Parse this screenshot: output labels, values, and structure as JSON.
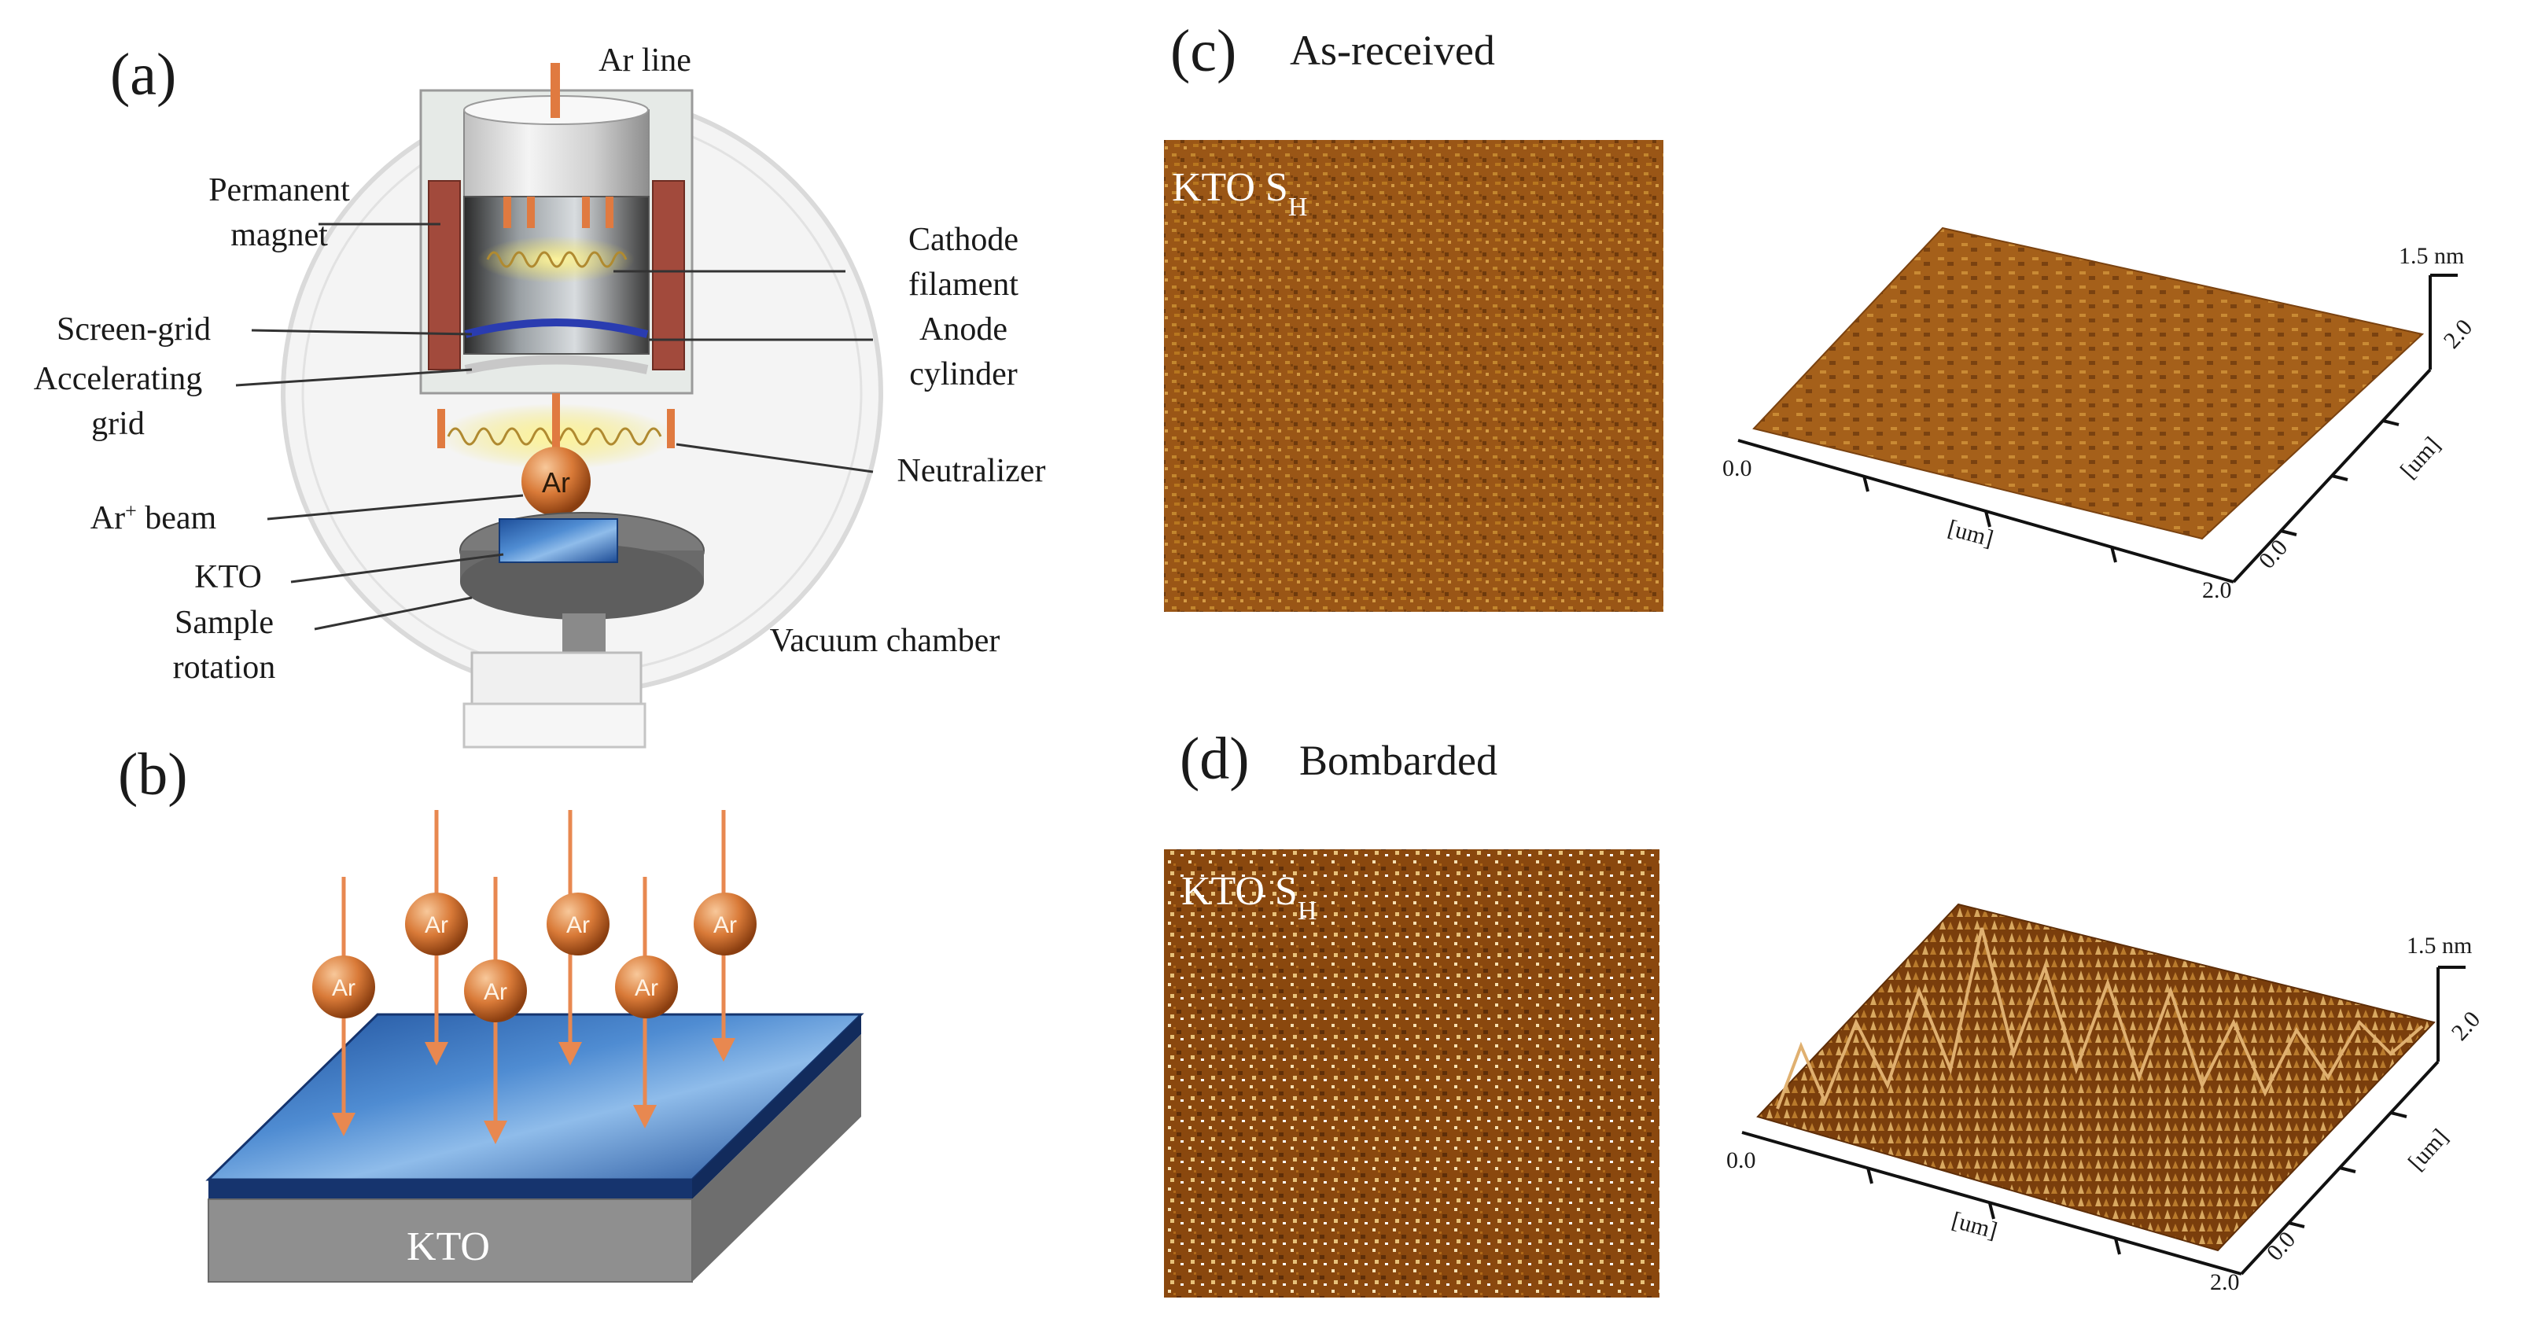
{
  "panels": {
    "a": {
      "tag": "(a)",
      "labels": {
        "ar_line": "Ar line",
        "permanent_magnet_1": "Permanent",
        "permanent_magnet_2": "magnet",
        "screen_grid": "Screen-grid",
        "accelerating_grid_1": "Accelerating",
        "accelerating_grid_2": "grid",
        "ar_beam": "Ar",
        "ar_beam_sup": "+",
        "ar_beam_tail": " beam",
        "kto": "KTO",
        "sample_rotation_1": "Sample",
        "sample_rotation_2": "rotation",
        "cathode_filament_1": "Cathode",
        "cathode_filament_2": "filament",
        "anode_cylinder_1": "Anode",
        "anode_cylinder_2": "cylinder",
        "neutralizer": "Neutralizer",
        "vacuum_chamber": "Vacuum chamber",
        "ar_ball": "Ar"
      }
    },
    "b": {
      "tag": "(b)",
      "substrate_label": "KTO",
      "ion_label": "Ar"
    },
    "c": {
      "tag": "(c)",
      "title": "As-received",
      "image_label": "KTO S",
      "image_label_sub": "H",
      "height_scale": "1.5 nm",
      "x_axis_label": "[um]",
      "y_axis_label": "[um]",
      "x_start": "0.0",
      "x_end": "2.0",
      "y_start": "0.0",
      "y_end": "2.0"
    },
    "d": {
      "tag": "(d)",
      "title": "Bombarded",
      "image_label": "KTO S",
      "image_label_sub": "H",
      "height_scale": "1.5 nm",
      "x_axis_label": "[um]",
      "y_axis_label": "[um]",
      "x_start": "0.0",
      "x_end": "2.0",
      "y_start": "0.0",
      "y_end": "2.0"
    }
  },
  "colors": {
    "ion": "#d97a38",
    "kto_blue": "#2a64b4",
    "afm_brown": "#8a4a10",
    "magnet": "#a24a3c"
  }
}
